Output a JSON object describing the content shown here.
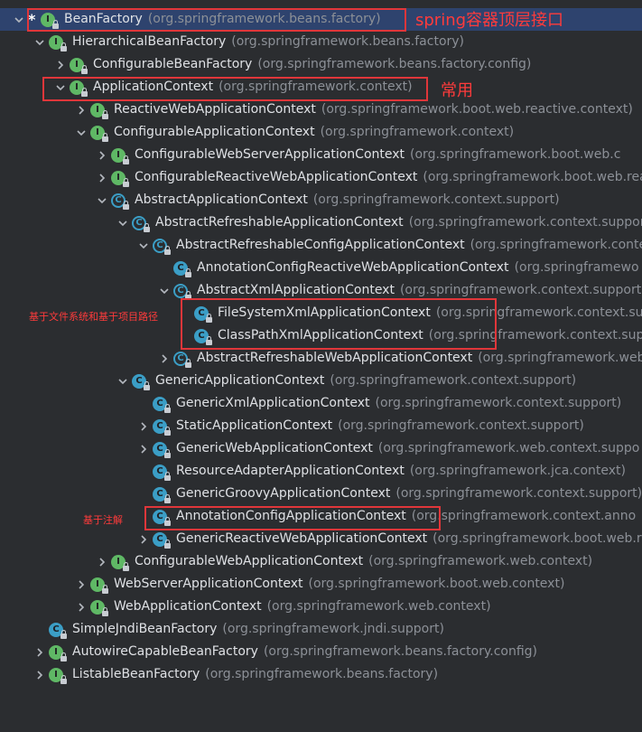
{
  "tree": [
    {
      "name": "BeanFactory",
      "pkg": "(org.springframework.beans.factory)",
      "kind": "iface",
      "level": 0,
      "chevron": "down",
      "star": true,
      "selected": true
    },
    {
      "name": "HierarchicalBeanFactory",
      "pkg": "(org.springframework.beans.factory)",
      "kind": "iface",
      "level": 1,
      "chevron": "down"
    },
    {
      "name": "ConfigurableBeanFactory",
      "pkg": "(org.springframework.beans.factory.config)",
      "kind": "iface",
      "level": 2,
      "chevron": "right"
    },
    {
      "name": "ApplicationContext",
      "pkg": "(org.springframework.context)",
      "kind": "iface",
      "level": 2,
      "chevron": "down"
    },
    {
      "name": "ReactiveWebApplicationContext",
      "pkg": "(org.springframework.boot.web.reactive.context)",
      "kind": "iface",
      "level": 3,
      "chevron": "right"
    },
    {
      "name": "ConfigurableApplicationContext",
      "pkg": "(org.springframework.context)",
      "kind": "iface",
      "level": 3,
      "chevron": "down"
    },
    {
      "name": "ConfigurableWebServerApplicationContext",
      "pkg": "(org.springframework.boot.web.c",
      "kind": "iface",
      "level": 4,
      "chevron": "right"
    },
    {
      "name": "ConfigurableReactiveWebApplicationContext",
      "pkg": "(org.springframework.boot.web.rea",
      "kind": "iface",
      "level": 4,
      "chevron": "right"
    },
    {
      "name": "AbstractApplicationContext",
      "pkg": "(org.springframework.context.support)",
      "kind": "abstract",
      "level": 4,
      "chevron": "down"
    },
    {
      "name": "AbstractRefreshableApplicationContext",
      "pkg": "(org.springframework.context.suppor",
      "kind": "abstract",
      "level": 5,
      "chevron": "down"
    },
    {
      "name": "AbstractRefreshableConfigApplicationContext",
      "pkg": "(org.springframework.conte",
      "kind": "abstract",
      "level": 6,
      "chevron": "down"
    },
    {
      "name": "AnnotationConfigReactiveWebApplicationContext",
      "pkg": "(org.springframewo",
      "kind": "class",
      "level": 7,
      "chevron": "none"
    },
    {
      "name": "AbstractXmlApplicationContext",
      "pkg": "(org.springframework.context.support)",
      "kind": "abstract",
      "level": 7,
      "chevron": "down"
    },
    {
      "name": "FileSystemXmlApplicationContext",
      "pkg": "(org.springframework.context.su",
      "kind": "class",
      "level": 8,
      "chevron": "none"
    },
    {
      "name": "ClassPathXmlApplicationContext",
      "pkg": "(org.springframework.context.sup",
      "kind": "class",
      "level": 8,
      "chevron": "none"
    },
    {
      "name": "AbstractRefreshableWebApplicationContext",
      "pkg": "(org.springframework.web",
      "kind": "abstract",
      "level": 7,
      "chevron": "right"
    },
    {
      "name": "GenericApplicationContext",
      "pkg": "(org.springframework.context.support)",
      "kind": "class",
      "level": 5,
      "chevron": "down"
    },
    {
      "name": "GenericXmlApplicationContext",
      "pkg": "(org.springframework.context.support)",
      "kind": "class",
      "level": 6,
      "chevron": "none"
    },
    {
      "name": "StaticApplicationContext",
      "pkg": "(org.springframework.context.support)",
      "kind": "class",
      "level": 6,
      "chevron": "right"
    },
    {
      "name": "GenericWebApplicationContext",
      "pkg": "(org.springframework.web.context.suppo",
      "kind": "class",
      "level": 6,
      "chevron": "right"
    },
    {
      "name": "ResourceAdapterApplicationContext",
      "pkg": "(org.springframework.jca.context)",
      "kind": "class",
      "level": 6,
      "chevron": "none"
    },
    {
      "name": "GenericGroovyApplicationContext",
      "pkg": "(org.springframework.context.support)",
      "kind": "class",
      "level": 6,
      "chevron": "none"
    },
    {
      "name": "AnnotationConfigApplicationContext",
      "pkg": "(org.springframework.context.anno",
      "kind": "class",
      "level": 6,
      "chevron": "none"
    },
    {
      "name": "GenericReactiveWebApplicationContext",
      "pkg": "(org.springframework.boot.web.r",
      "kind": "class",
      "level": 6,
      "chevron": "right"
    },
    {
      "name": "ConfigurableWebApplicationContext",
      "pkg": "(org.springframework.web.context)",
      "kind": "iface",
      "level": 4,
      "chevron": "right"
    },
    {
      "name": "WebServerApplicationContext",
      "pkg": "(org.springframework.boot.web.context)",
      "kind": "iface",
      "level": 3,
      "chevron": "right"
    },
    {
      "name": "WebApplicationContext",
      "pkg": "(org.springframework.web.context)",
      "kind": "iface",
      "level": 3,
      "chevron": "right"
    },
    {
      "name": "SimpleJndiBeanFactory",
      "pkg": "(org.springframework.jndi.support)",
      "kind": "class",
      "level": 1,
      "chevron": "none"
    },
    {
      "name": "AutowireCapableBeanFactory",
      "pkg": "(org.springframework.beans.factory.config)",
      "kind": "iface",
      "level": 1,
      "chevron": "right"
    },
    {
      "name": "ListableBeanFactory",
      "pkg": "(org.springframework.beans.factory)",
      "kind": "iface",
      "level": 1,
      "chevron": "right"
    }
  ],
  "annotations": {
    "top_level": "spring容器顶层接口",
    "common": "常用",
    "file_and_classpath": "基于文件系统和基于项目路径",
    "annotation_based": "基于注解"
  },
  "colors": {
    "background": "#2b2d30",
    "selected_row": "#2e436e",
    "interface_badge": "#5fb865",
    "class_badge": "#3b9ec6",
    "annotation_red": "#e0363a"
  },
  "icons": {
    "interface": "interface-icon",
    "class": "class-icon",
    "abstract": "abstract-class-icon",
    "lock": "lock-icon"
  }
}
